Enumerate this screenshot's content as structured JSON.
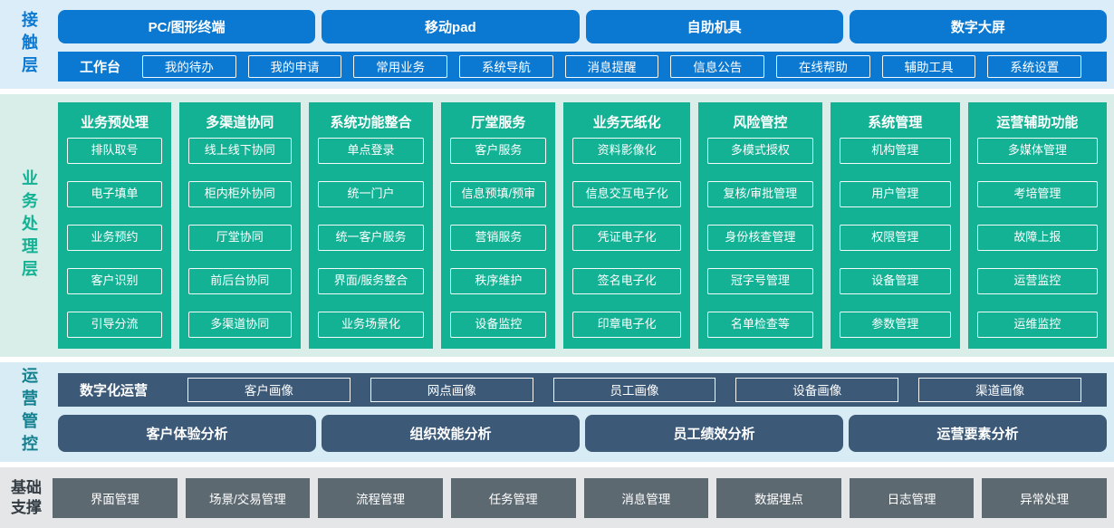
{
  "contact": {
    "label": "接触层",
    "terminals": [
      "PC/图形终端",
      "移动pad",
      "自助机具",
      "数字大屏"
    ],
    "workbench": {
      "label": "工作台",
      "items": [
        "我的待办",
        "我的申请",
        "常用业务",
        "系统导航",
        "消息提醒",
        "信息公告",
        "在线帮助",
        "辅助工具",
        "系统设置"
      ]
    }
  },
  "business": {
    "label": "业务处理层",
    "columns": [
      {
        "title": "业务预处理",
        "items": [
          "排队取号",
          "电子填单",
          "业务预约",
          "客户识别",
          "引导分流"
        ]
      },
      {
        "title": "多渠道协同",
        "items": [
          "线上线下协同",
          "柜内柜外协同",
          "厅堂协同",
          "前后台协同",
          "多渠道协同"
        ]
      },
      {
        "title": "系统功能整合",
        "items": [
          "单点登录",
          "统一门户",
          "统一客户服务",
          "界面/服务整合",
          "业务场景化"
        ]
      },
      {
        "title": "厅堂服务",
        "items": [
          "客户服务",
          "信息预填/预审",
          "营销服务",
          "秩序维护",
          "设备监控"
        ]
      },
      {
        "title": "业务无纸化",
        "items": [
          "资料影像化",
          "信息交互电子化",
          "凭证电子化",
          "签名电子化",
          "印章电子化"
        ]
      },
      {
        "title": "风险管控",
        "items": [
          "多模式授权",
          "复核/审批管理",
          "身份核查管理",
          "冠字号管理",
          "名单检查等"
        ]
      },
      {
        "title": "系统管理",
        "items": [
          "机构管理",
          "用户管理",
          "权限管理",
          "设备管理",
          "参数管理"
        ]
      },
      {
        "title": "运营辅助功能",
        "items": [
          "多媒体管理",
          "考培管理",
          "故障上报",
          "运营监控",
          "运维监控"
        ]
      }
    ]
  },
  "operations": {
    "label": "运营管控",
    "digital_ops": {
      "label": "数字化运营",
      "items": [
        "客户画像",
        "网点画像",
        "员工画像",
        "设备画像",
        "渠道画像"
      ]
    },
    "analysis": [
      "客户体验分析",
      "组织效能分析",
      "员工绩效分析",
      "运营要素分析"
    ]
  },
  "foundation": {
    "label": "基础支撑",
    "items": [
      "界面管理",
      "场景/交易管理",
      "流程管理",
      "任务管理",
      "消息管理",
      "数据埋点",
      "日志管理",
      "异常处理"
    ]
  },
  "colors": {
    "contact_accent": "#0b79d2",
    "contact_bg": "#dcedfa",
    "business_accent": "#14b294",
    "business_bg": "#d9eee8",
    "operations_accent": "#3c5a78",
    "operations_label": "#13808f",
    "operations_bg": "#d7ecf4",
    "foundation_box": "#5d6971",
    "foundation_bg": "#e5e6e7",
    "foundation_label": "#333c43"
  }
}
